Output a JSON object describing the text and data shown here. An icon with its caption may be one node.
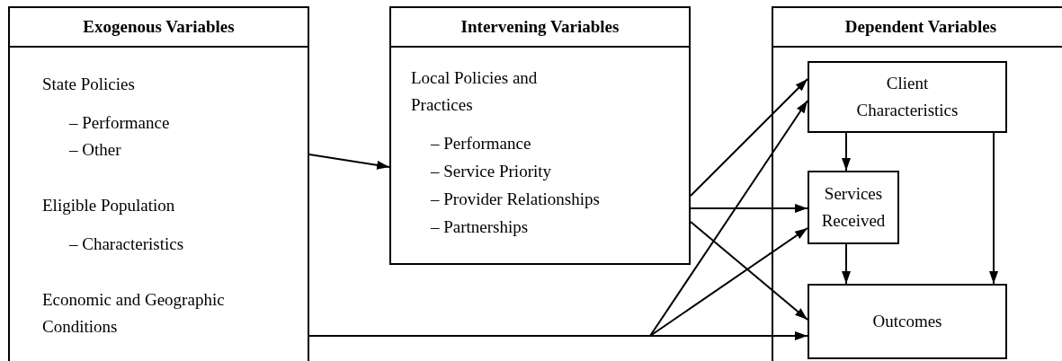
{
  "diagram": {
    "nodes": [
      {
        "text": [
          "Exogenous Variables",
          "State Policies",
          "– Performance",
          "– Other",
          "Eligible Population",
          "– Characteristics",
          "Economic and Geographic Conditions"
        ]
      },
      {
        "text": [
          "Intervening Variables",
          "Local Policies and Practices",
          "– Performance",
          "– Service Priority",
          "– Provider Relationships",
          "– Partnerships"
        ]
      },
      {
        "text": [
          "Dependent Variables"
        ]
      },
      {
        "text": [
          "Client Characteristics"
        ],
        "in": 2
      },
      {
        "text": [
          "Services Received"
        ],
        "in": 2
      },
      {
        "text": [
          "Outcomes"
        ],
        "in": 2
      }
    ],
    "edges": [
      {
        "from": 0,
        "to": 1,
        "arrow": "to"
      },
      {
        "from": 1,
        "to": 3,
        "arrow": "to"
      },
      {
        "from": 1,
        "to": 4,
        "arrow": "to"
      },
      {
        "from": 1,
        "to": 5,
        "arrow": "to"
      },
      {
        "from": 0,
        "to": 3,
        "arrow": "to"
      },
      {
        "from": 0,
        "to": 4,
        "arrow": "to"
      },
      {
        "from": 0,
        "to": 5,
        "arrow": "to"
      },
      {
        "from": 3,
        "to": 4,
        "arrow": "to"
      },
      {
        "from": 4,
        "to": 5,
        "arrow": "to"
      },
      {
        "from": 3,
        "to": 5,
        "arrow": "to"
      }
    ]
  }
}
